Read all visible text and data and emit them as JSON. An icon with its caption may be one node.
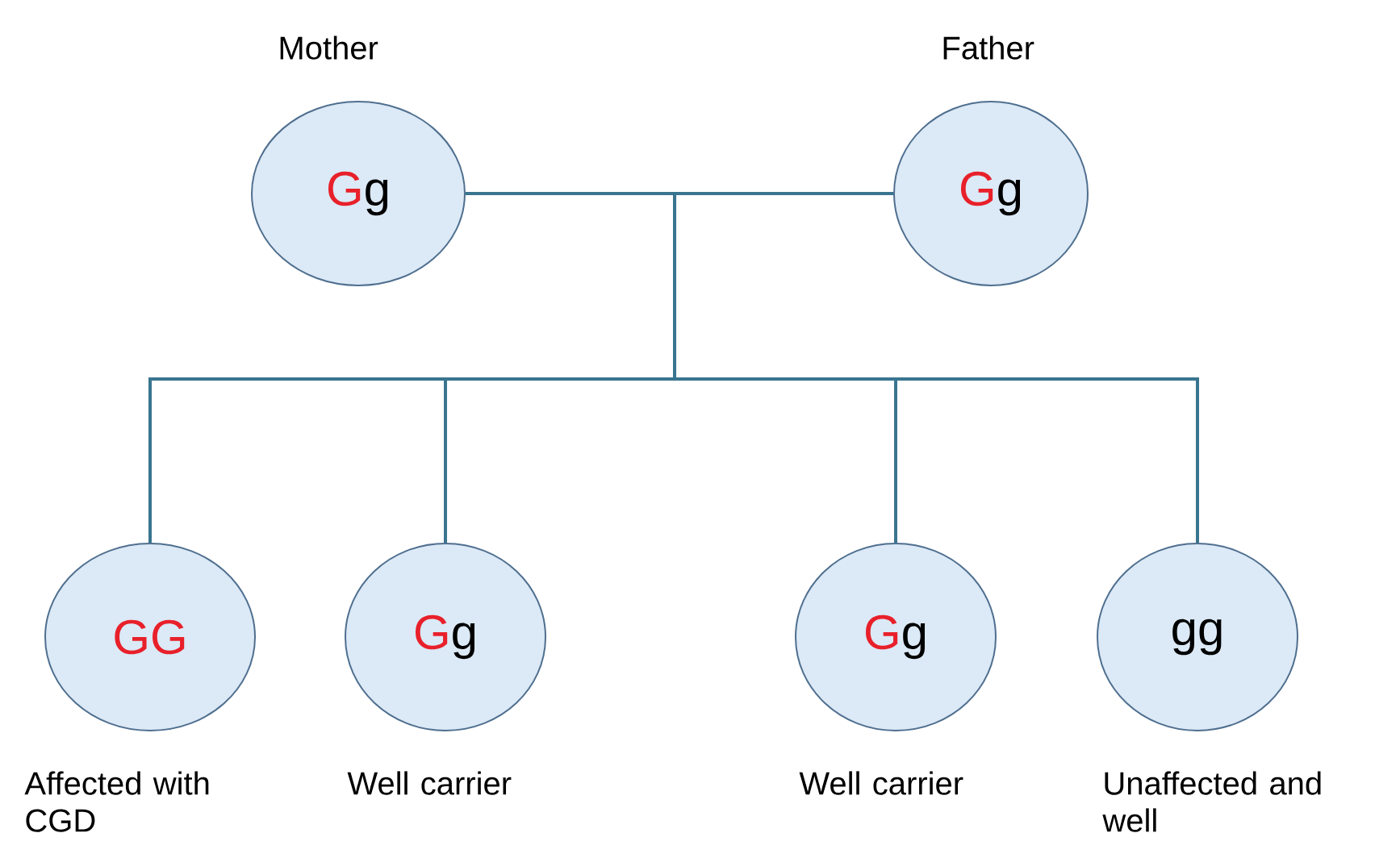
{
  "diagram": {
    "nodes": [
      {
        "text": [
          "G",
          "g"
        ],
        "beside": [
          "Mother"
        ]
      },
      {
        "text": [
          "G",
          "g"
        ],
        "beside": [
          "Father"
        ]
      },
      {
        "text": [
          "GG"
        ],
        "beside": [
          "Affected with CGD"
        ]
      },
      {
        "text": [
          "G",
          "g"
        ],
        "beside": [
          "Well carrier"
        ]
      },
      {
        "text": [
          "G",
          "g"
        ],
        "beside": [
          "Well carrier"
        ]
      },
      {
        "text": [
          "gg"
        ],
        "beside": [
          "Unaffected and well"
        ]
      }
    ],
    "edges": [
      {
        "from": 0,
        "to": 1,
        "arrow": "none"
      },
      {
        "from": 0,
        "to": 2,
        "arrow": "none"
      },
      {
        "from": 0,
        "to": 3,
        "arrow": "none"
      },
      {
        "from": 0,
        "to": 4,
        "arrow": "none"
      },
      {
        "from": 0,
        "to": 5,
        "arrow": "none"
      },
      {
        "from": 1,
        "to": 2,
        "arrow": "none"
      },
      {
        "from": 1,
        "to": 3,
        "arrow": "none"
      },
      {
        "from": 1,
        "to": 4,
        "arrow": "none"
      },
      {
        "from": 1,
        "to": 5,
        "arrow": "none"
      }
    ]
  }
}
